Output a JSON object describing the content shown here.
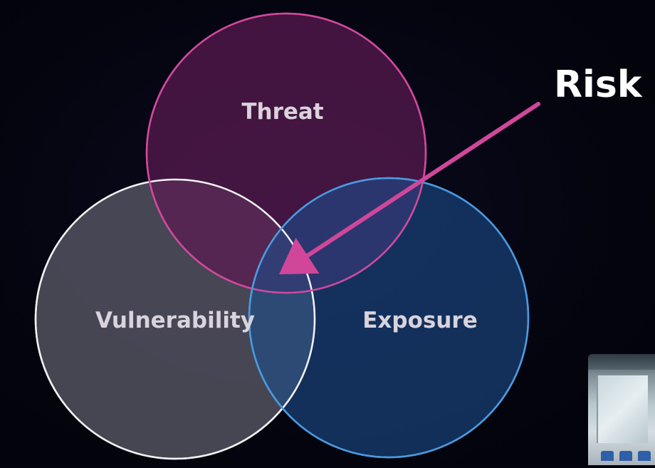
{
  "diagram": {
    "title": "Risk",
    "circles": [
      {
        "id": "threat",
        "label": "Threat",
        "fill": "#4a1640",
        "stroke": "#d04a9c"
      },
      {
        "id": "vulnerability",
        "label": "Vulnerability",
        "fill": "#4a4a57",
        "stroke": "#f1f1f4"
      },
      {
        "id": "exposure",
        "label": "Exposure",
        "fill": "#14305a",
        "stroke": "#4a9be0"
      }
    ],
    "arrow_color": "#d0479a",
    "label_color": "#d9d3dc"
  },
  "thumbnail": {
    "description_icon": "video-thumbnail-icon"
  }
}
